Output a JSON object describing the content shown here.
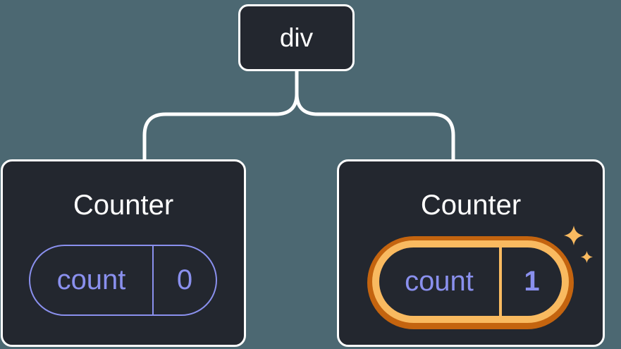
{
  "diagram": {
    "title": "component-tree",
    "colors": {
      "background": "#4C6872",
      "node_background": "#23272F",
      "node_border": "#FFFFFF",
      "connector_line": "#FFFFFF",
      "state_purple": "#8A90EE",
      "highlight_orange_dark": "#C4640F",
      "highlight_orange_light": "#F9BA60",
      "sparkle": "#F9BA60"
    },
    "root": {
      "label": "div"
    },
    "children": [
      {
        "title": "Counter",
        "highlighted": false,
        "state": {
          "name": "count",
          "value": "0"
        }
      },
      {
        "title": "Counter",
        "highlighted": true,
        "state": {
          "name": "count",
          "value": "1"
        }
      }
    ]
  }
}
